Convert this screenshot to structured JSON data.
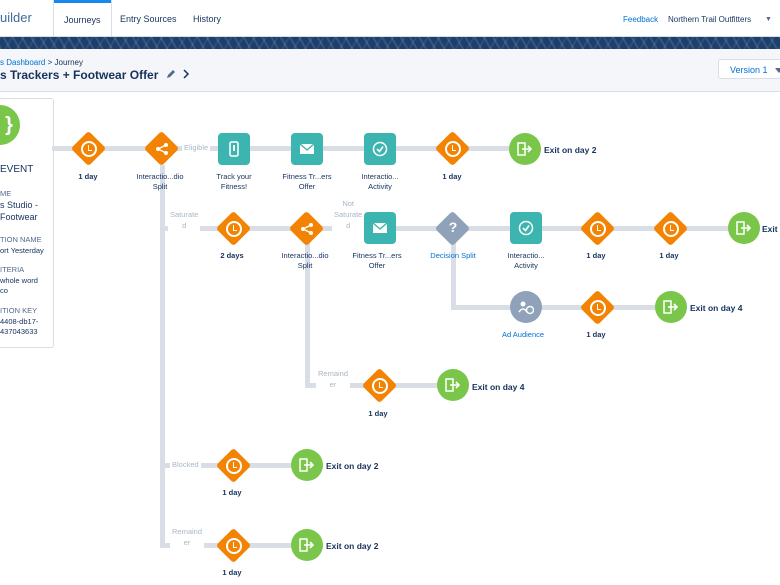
{
  "topnav": {
    "app_name": "uilder",
    "tabs": [
      "Journeys",
      "Entry Sources",
      "History"
    ],
    "feedback": "Feedback",
    "org": "Northern Trail Outfitters",
    "caret": "▼"
  },
  "header": {
    "breadcrumb_link": "s Dashboard",
    "breadcrumb_sep": ">",
    "breadcrumb_current": "Journey",
    "title": "s Trackers + Footwear Offer",
    "version": "Version 1"
  },
  "event_panel": {
    "title": "EVENT",
    "l1": "ME",
    "v1a": "s Studio -",
    "v1b": "Footwear",
    "l2": "TION NAME",
    "v2": "ort Yesterday",
    "l3": "ITERIA",
    "v3a": "whole word",
    "v3b": "co",
    "l4": "ITION KEY",
    "v4a": "4408-db17-",
    "v4b": "437043633"
  },
  "canvas": {
    "wait_1": "1 day",
    "split_1": "Interactio...dio\nSplit",
    "path_eligible": "Eligible",
    "sms": "Track your\nFitness!",
    "email_1": "Fitness Tr...ers\nOffer",
    "activity_1": "Interactio...\nActivity",
    "wait_2": "1 day",
    "exit_1": "Exit on day 2",
    "path_saturated": "Saturate\nd",
    "wait_3": "2 days",
    "split_2": "Interactio...dio\nSplit",
    "path_not_saturated": "Not\nSaturate\nd",
    "email_2": "Fitness Tr...ers\nOffer",
    "decision": "Decision Split",
    "activity_2": "Interactio...\nActivity",
    "wait_4": "1 day",
    "wait_5": "1 day",
    "exit_2": "Exit",
    "ad_audience": "Ad Audience",
    "wait_6": "1 day",
    "exit_3": "Exit on day 4",
    "path_remainder_1": "Remaind\ner",
    "wait_7": "1 day",
    "exit_4": "Exit on day 4",
    "path_blocked": "Blocked",
    "wait_8": "1 day",
    "exit_5": "Exit on day 2",
    "path_remainder_2": "Remaind\ner",
    "wait_9": "1 day",
    "exit_6": "Exit on day 2"
  }
}
